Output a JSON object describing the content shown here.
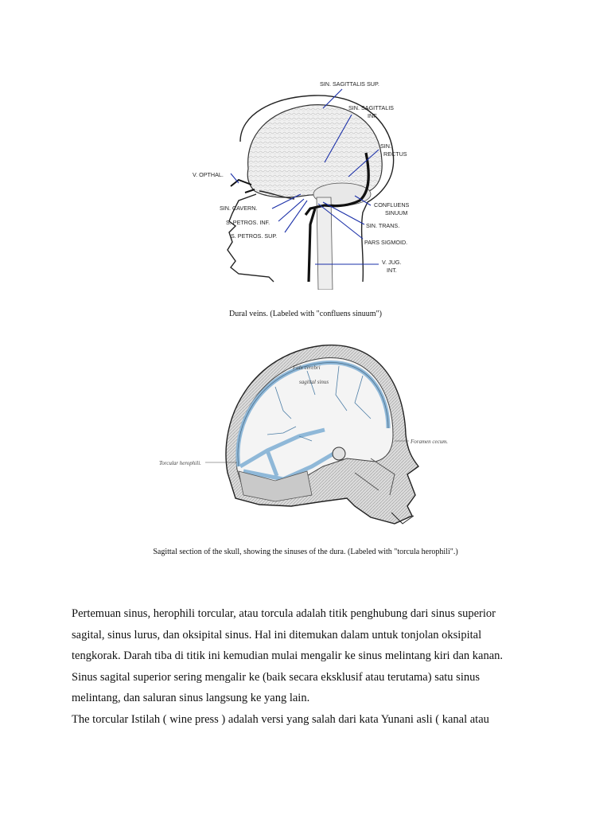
{
  "figure1": {
    "labels": {
      "sin_sagittalis_sup": "SIN. SAGITTALIS SUP.",
      "sin_sagittalis_inf_1": "SIN. SAGITTALIS",
      "sin_sagittalis_inf_2": "INF.",
      "sin_rectus_1": "SIN.",
      "sin_rectus_2": "RECTUS",
      "v_opthal": "V. OPTHAL.",
      "confluens_1": "CONFLUENS",
      "confluens_2": "SINUUM",
      "sin_cavern": "SIN. CAVERN.",
      "sin_trans": "SIN. TRANS.",
      "s_petros_inf": "S. PETROS. INF.",
      "pars_sigmoid": "PARS SIGMOID.",
      "s_petros_sup": "S. PETROS. SUP.",
      "v_jug_1": "V. JUG.",
      "v_jug_2": "INT."
    },
    "caption": "Dural veins. (Labeled with \"confluens sinuum\")"
  },
  "figure2": {
    "labels": {
      "falx_cerebri": "Falx cerebri",
      "sagittal_sinus": "sagittal sinus",
      "foramen_cecum": "Foramen cecum.",
      "torcular": "Torcular herophili."
    },
    "caption": "Sagittal section of the skull, showing the sinuses of the dura. (Labeled with \"torcula herophili\".)"
  },
  "body": {
    "lines": [
      "Pertemuan sinus, herophili torcular, atau torcula adalah titik penghubung dari sinus superior",
      "sagital, sinus lurus, dan oksipital sinus. Hal ini ditemukan dalam untuk tonjolan oksipital",
      "tengkorak. Darah tiba di titik ini kemudian mulai mengalir ke sinus melintang kiri dan kanan.",
      "Sinus sagital superior sering mengalir ke (baik secara eksklusif atau terutama) satu sinus",
      "melintang, dan saluran sinus langsung ke yang lain.",
      "The torcular Istilah ( wine press ) adalah versi yang salah dari kata Yunani asli ( kanal atau"
    ]
  },
  "colors": {
    "leader_line": "#1a2fa8",
    "sinus_blue": "#8fb8d8",
    "ink": "#222222"
  }
}
